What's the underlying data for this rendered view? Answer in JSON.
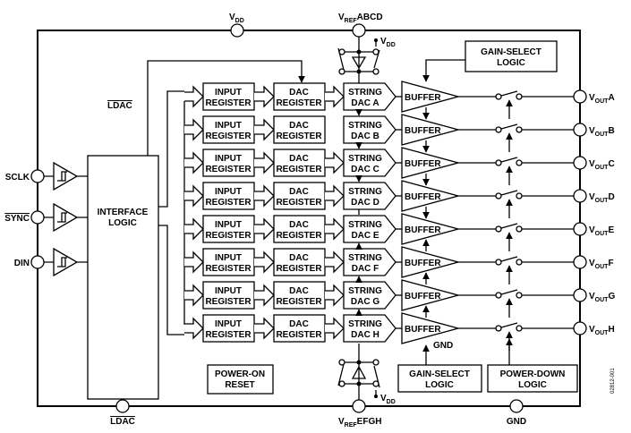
{
  "pins": {
    "vdd": {
      "main": "V",
      "sub": "DD"
    },
    "vref_abcd": {
      "main": "V",
      "sub": "REF",
      "suffix": "ABCD"
    },
    "vref_efgh": {
      "main": "V",
      "sub": "REF",
      "suffix": "EFGH"
    },
    "gnd": "GND",
    "ldac": "LDAC",
    "sclk": "SCLK",
    "sync": "SYNC",
    "din": "DIN"
  },
  "ldac_internal_label": "LDAC",
  "interface_logic": [
    "INTERFACE",
    "LOGIC"
  ],
  "power_on_reset": [
    "POWER-ON",
    "RESET"
  ],
  "gain_select_top": [
    "GAIN-SELECT",
    "LOGIC"
  ],
  "gain_select_bottom": [
    "GAIN-SELECT",
    "LOGIC"
  ],
  "power_down_logic": [
    "POWER-DOWN",
    "LOGIC"
  ],
  "vdd_local": {
    "main": "V",
    "sub": "DD"
  },
  "buffer_gnd": "GND",
  "input_register": [
    "INPUT",
    "REGISTER"
  ],
  "dac_register": [
    "DAC",
    "REGISTER"
  ],
  "string_dac_prefix": "STRING",
  "buffer_label": "BUFFER",
  "channels": [
    {
      "dac": "DAC A",
      "out_main": "V",
      "out_sub": "OUT",
      "out_suffix": "A"
    },
    {
      "dac": "DAC B",
      "out_main": "V",
      "out_sub": "OUT",
      "out_suffix": "B"
    },
    {
      "dac": "DAC C",
      "out_main": "V",
      "out_sub": "OUT",
      "out_suffix": "C"
    },
    {
      "dac": "DAC D",
      "out_main": "V",
      "out_sub": "OUT",
      "out_suffix": "D"
    },
    {
      "dac": "DAC E",
      "out_main": "V",
      "out_sub": "OUT",
      "out_suffix": "E"
    },
    {
      "dac": "DAC F",
      "out_main": "V",
      "out_sub": "OUT",
      "out_suffix": "F"
    },
    {
      "dac": "DAC G",
      "out_main": "V",
      "out_sub": "OUT",
      "out_suffix": "G"
    },
    {
      "dac": "DAC H",
      "out_main": "V",
      "out_sub": "OUT",
      "out_suffix": "H"
    }
  ],
  "figure_code": "02812-001"
}
